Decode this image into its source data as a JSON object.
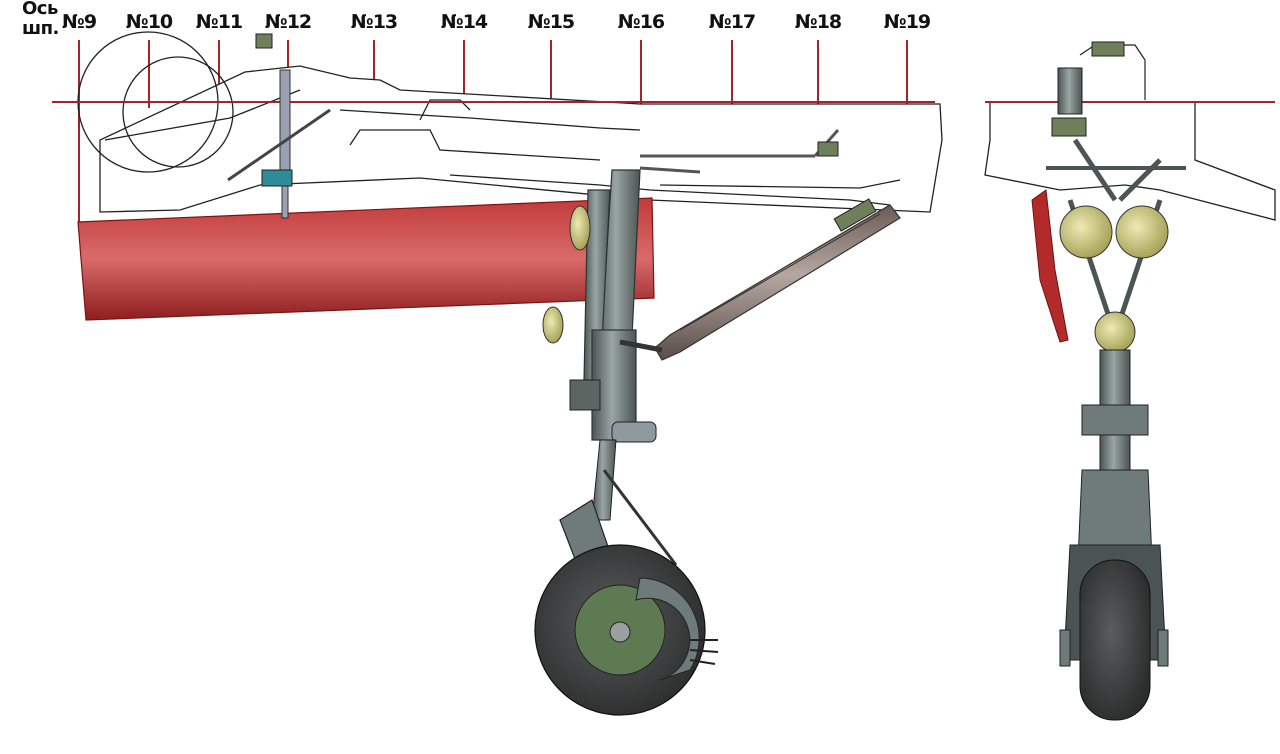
{
  "axis_label_line1": "Ось",
  "axis_label_line2": "шп.",
  "frames": [
    "№9",
    "№10",
    "№11",
    "№12",
    "№13",
    "№14",
    "№15",
    "№16",
    "№17",
    "№18",
    "№19"
  ],
  "colors": {
    "guide_line": "#a0262a",
    "fuselage_red": "#b22a2a",
    "strut_grey": "#6e7b78",
    "strut_dark": "#3f4a48",
    "tire": "#3b3d3d",
    "hub": "#5d7a52",
    "lamp": "#d2cf8a",
    "outline": "#222222"
  }
}
